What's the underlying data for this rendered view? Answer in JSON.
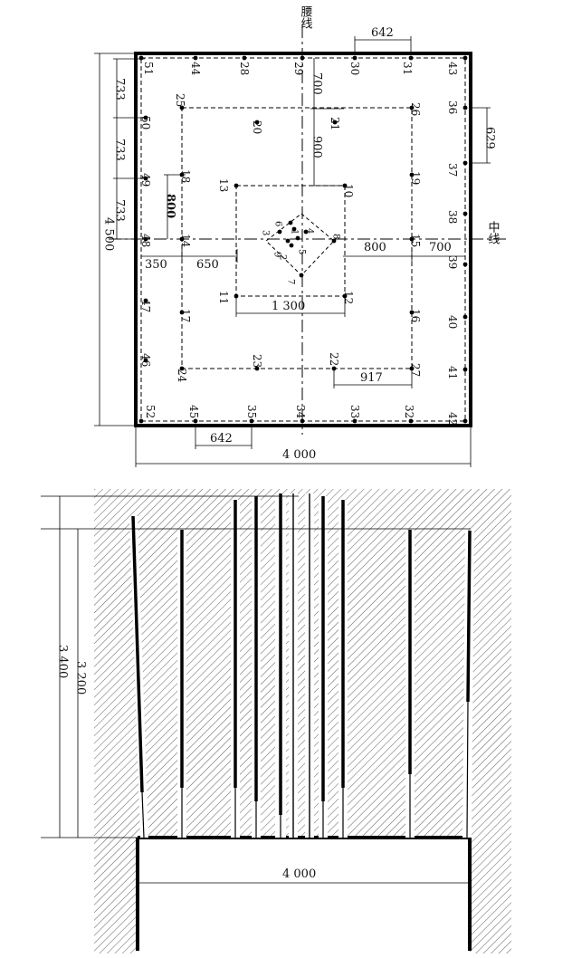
{
  "plan": {
    "label_yaoxian": "腰线",
    "label_zhongxian": "中线",
    "dims": {
      "width_4000": "4 000",
      "height_4500": "4 500",
      "d642_top": "642",
      "d642_bottom": "642",
      "d733_a": "733",
      "d733_b": "733",
      "d733_c": "733",
      "d700_top": "700",
      "d900": "900",
      "d800_left": "800",
      "d350": "350",
      "d650": "650",
      "d800_right": "800",
      "d700_right": "700",
      "d1300": "1 300",
      "d917": "917",
      "d629": "629"
    },
    "holes": [
      {
        "id": "1",
        "label": "1"
      },
      {
        "id": "2",
        "label": "2"
      },
      {
        "id": "3",
        "label": "3"
      },
      {
        "id": "4",
        "label": "4"
      },
      {
        "id": "5",
        "label": "5"
      },
      {
        "id": "6",
        "label": "6"
      },
      {
        "id": "7",
        "label": "7"
      },
      {
        "id": "8",
        "label": "8"
      },
      {
        "id": "9",
        "label": "9"
      },
      {
        "id": "10",
        "label": "10"
      },
      {
        "id": "11",
        "label": "11"
      },
      {
        "id": "12",
        "label": "12"
      },
      {
        "id": "13",
        "label": "13"
      },
      {
        "id": "14",
        "label": "14"
      },
      {
        "id": "15",
        "label": "15"
      },
      {
        "id": "16",
        "label": "16"
      },
      {
        "id": "17",
        "label": "17"
      },
      {
        "id": "18",
        "label": "18"
      },
      {
        "id": "19",
        "label": "19"
      },
      {
        "id": "20",
        "label": "20"
      },
      {
        "id": "21",
        "label": "21"
      },
      {
        "id": "22",
        "label": "22"
      },
      {
        "id": "23",
        "label": "23"
      },
      {
        "id": "24",
        "label": "24"
      },
      {
        "id": "25",
        "label": "25"
      },
      {
        "id": "26",
        "label": "26"
      },
      {
        "id": "27",
        "label": "27"
      },
      {
        "id": "28",
        "label": "28"
      },
      {
        "id": "29",
        "label": "29"
      },
      {
        "id": "30",
        "label": "30"
      },
      {
        "id": "31",
        "label": "31"
      },
      {
        "id": "32",
        "label": "32"
      },
      {
        "id": "33",
        "label": "33"
      },
      {
        "id": "34",
        "label": "34"
      },
      {
        "id": "35",
        "label": "35"
      },
      {
        "id": "36",
        "label": "36"
      },
      {
        "id": "37",
        "label": "37"
      },
      {
        "id": "38",
        "label": "38"
      },
      {
        "id": "39",
        "label": "39"
      },
      {
        "id": "40",
        "label": "40"
      },
      {
        "id": "41",
        "label": "41"
      },
      {
        "id": "42",
        "label": "42"
      },
      {
        "id": "43",
        "label": "43"
      },
      {
        "id": "44",
        "label": "44"
      },
      {
        "id": "45",
        "label": "45"
      },
      {
        "id": "46",
        "label": "46"
      },
      {
        "id": "47",
        "label": "47"
      },
      {
        "id": "48",
        "label": "48"
      },
      {
        "id": "49",
        "label": "49"
      },
      {
        "id": "50",
        "label": "50"
      },
      {
        "id": "51",
        "label": "51"
      },
      {
        "id": "52",
        "label": "52"
      }
    ]
  },
  "section": {
    "dims": {
      "d3400": "3 400",
      "d3200": "3 200",
      "d4000": "4 000"
    }
  }
}
